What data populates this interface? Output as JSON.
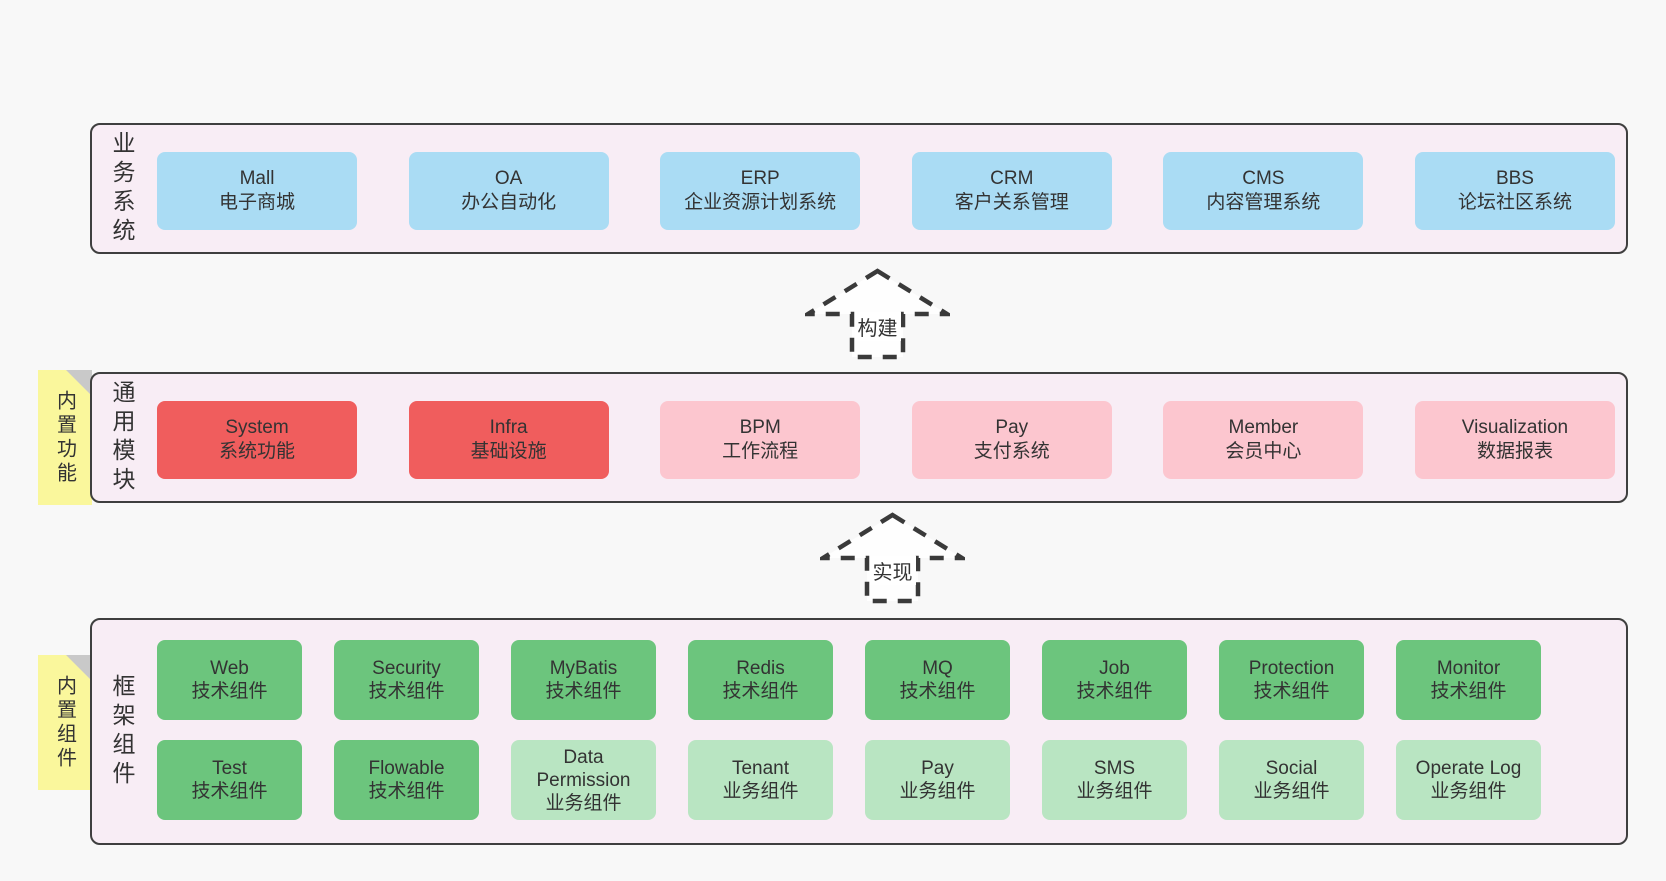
{
  "page": {
    "bg": "#F8F8F8",
    "panel_bg": "#F8EDF5",
    "panel_border": "#3F3F3F",
    "text_color": "#333333"
  },
  "colors": {
    "system_blue": "#AADCF4",
    "module_red": "#F05D5D",
    "module_pink": "#FCC6CF",
    "component_green": "#6CC57D",
    "component_light_green": "#B9E5C2",
    "tab_yellow": "#FAF79C",
    "tab_fold_gray": "#C9C9C9"
  },
  "layers": {
    "business": {
      "label": "业务系统",
      "boxes": [
        {
          "title": "Mall",
          "subtitle": "电子商城"
        },
        {
          "title": "OA",
          "subtitle": "办公自动化"
        },
        {
          "title": "ERP",
          "subtitle": "企业资源计划系统"
        },
        {
          "title": "CRM",
          "subtitle": "客户关系管理"
        },
        {
          "title": "CMS",
          "subtitle": "内容管理系统"
        },
        {
          "title": "BBS",
          "subtitle": "论坛社区系统"
        }
      ]
    },
    "modules": {
      "label": "通用模块",
      "tab": "内置功能",
      "boxes": [
        {
          "title": "System",
          "subtitle": "系统功能"
        },
        {
          "title": "Infra",
          "subtitle": "基础设施"
        },
        {
          "title": "BPM",
          "subtitle": "工作流程"
        },
        {
          "title": "Pay",
          "subtitle": "支付系统"
        },
        {
          "title": "Member",
          "subtitle": "会员中心"
        },
        {
          "title": "Visualization",
          "subtitle": "数据报表"
        }
      ]
    },
    "components": {
      "label": "框架组件",
      "tab": "内置组件",
      "row1": [
        {
          "title": "Web",
          "subtitle": "技术组件"
        },
        {
          "title": "Security",
          "subtitle": "技术组件"
        },
        {
          "title": "MyBatis",
          "subtitle": "技术组件"
        },
        {
          "title": "Redis",
          "subtitle": "技术组件"
        },
        {
          "title": "MQ",
          "subtitle": "技术组件"
        },
        {
          "title": "Job",
          "subtitle": "技术组件"
        },
        {
          "title": "Protection",
          "subtitle": "技术组件"
        },
        {
          "title": "Monitor",
          "subtitle": "技术组件"
        }
      ],
      "row2": [
        {
          "title": "Test",
          "subtitle": "技术组件"
        },
        {
          "title": "Flowable",
          "subtitle": "技术组件"
        },
        {
          "title": "Data Permission",
          "subtitle": "业务组件"
        },
        {
          "title": "Tenant",
          "subtitle": "业务组件"
        },
        {
          "title": "Pay",
          "subtitle": "业务组件"
        },
        {
          "title": "SMS",
          "subtitle": "业务组件"
        },
        {
          "title": "Social",
          "subtitle": "业务组件"
        },
        {
          "title": "Operate Log",
          "subtitle": "业务组件"
        }
      ]
    }
  },
  "arrows": {
    "build": "构建",
    "implement": "实现"
  }
}
